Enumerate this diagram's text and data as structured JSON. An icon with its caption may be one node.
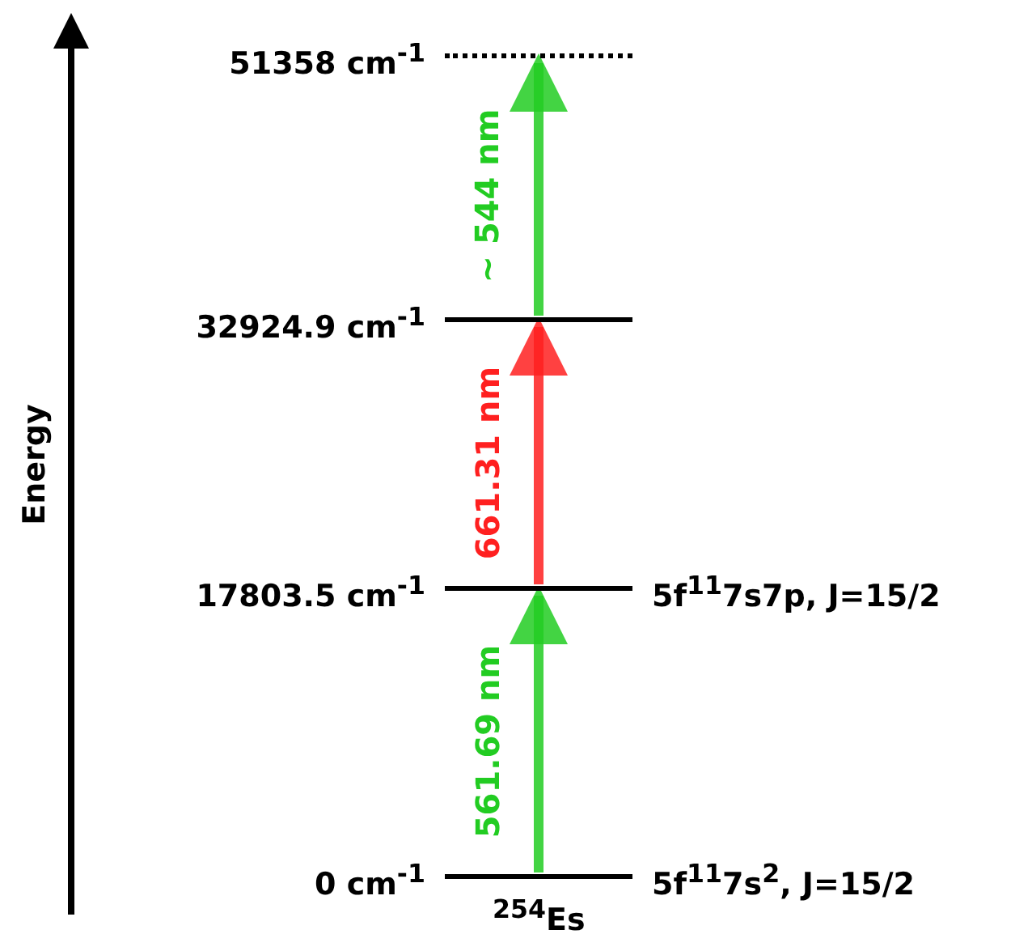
{
  "diagram": {
    "nodes": [
      {
        "text": [
          "0 cm$^{-1}$"
        ],
        "beside": [
          "5f$^{11}$7s$^{2}$, J=15/2"
        ]
      },
      {
        "text": [
          "17803.5 cm$^{-1}$"
        ],
        "beside": [
          "5f$^{11}$7s7p, J=15/2"
        ]
      },
      {
        "text": [
          "32924.9 cm$^{-1}$"
        ]
      },
      {
        "text": [
          "51358 cm$^{-1}$"
        ]
      }
    ],
    "edges": [
      {
        "from": 0,
        "to": 1,
        "arrow": "to",
        "label": "561.69 nm"
      },
      {
        "from": 1,
        "to": 2,
        "arrow": "to",
        "label": "661.31 nm",
        "color": "#ff2020"
      },
      {
        "from": 2,
        "to": 3,
        "arrow": "to",
        "label": "~ 544 nm"
      }
    ],
    "labels": [
      "Energy",
      "$^{254}$Es"
    ]
  }
}
